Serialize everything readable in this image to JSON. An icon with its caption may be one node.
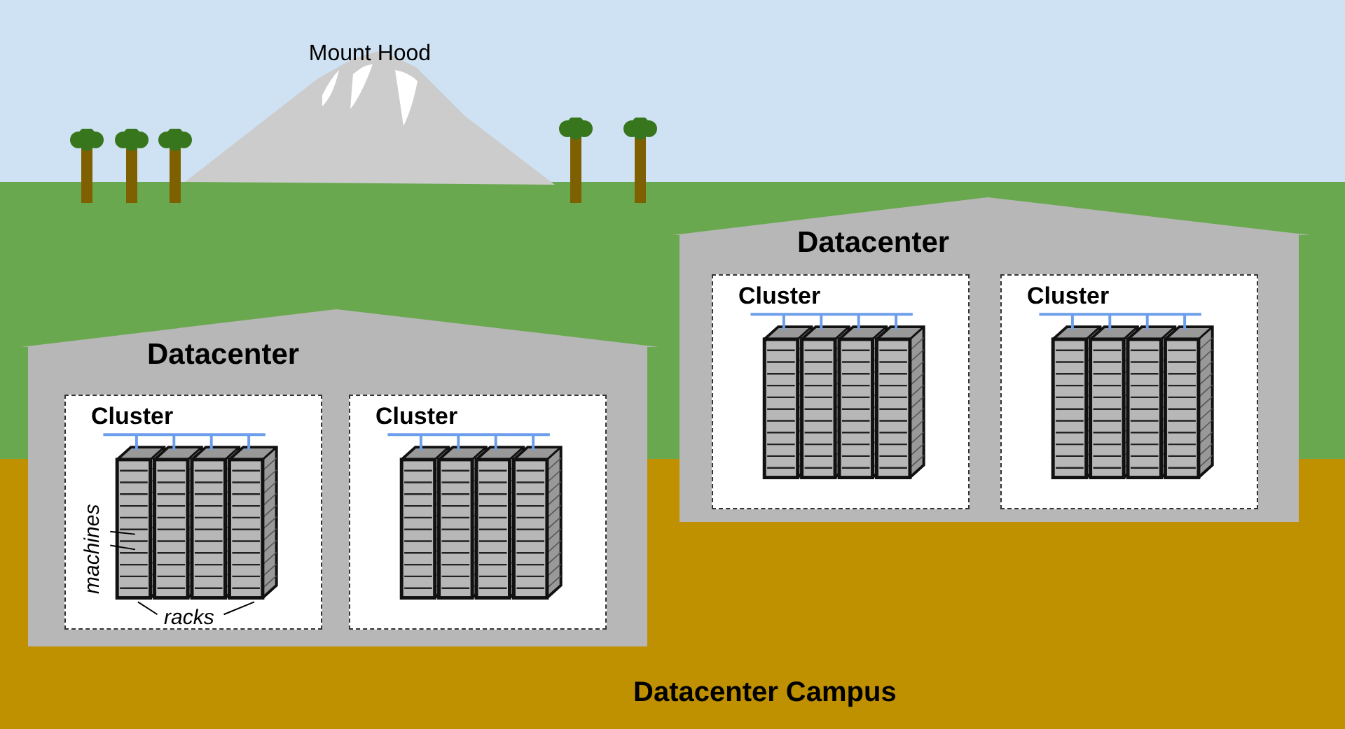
{
  "diagram": {
    "nodes": [
      {
        "text": [
          "Mount Hood"
        ]
      },
      {
        "text": [
          "Datacenter"
        ]
      },
      {
        "text": [
          "Cluster"
        ],
        "in": 1
      },
      {
        "text": [
          "Cluster"
        ],
        "in": 1
      },
      {
        "text": [
          "machines"
        ],
        "in": 2
      },
      {
        "text": [
          "racks"
        ],
        "in": 2
      },
      {
        "text": [
          "Datacenter"
        ]
      },
      {
        "text": [
          "Cluster"
        ],
        "in": 6
      },
      {
        "text": [
          "Cluster"
        ],
        "in": 6
      },
      {
        "text": [
          "Datacenter Campus"
        ]
      }
    ],
    "edges": [
      {
        "from": 4,
        "to": null,
        "arrow": "none"
      },
      {
        "from": 4,
        "to": null,
        "arrow": "none"
      },
      {
        "from": 5,
        "to": null,
        "arrow": "none"
      },
      {
        "from": 5,
        "to": null,
        "arrow": "none"
      }
    ]
  }
}
